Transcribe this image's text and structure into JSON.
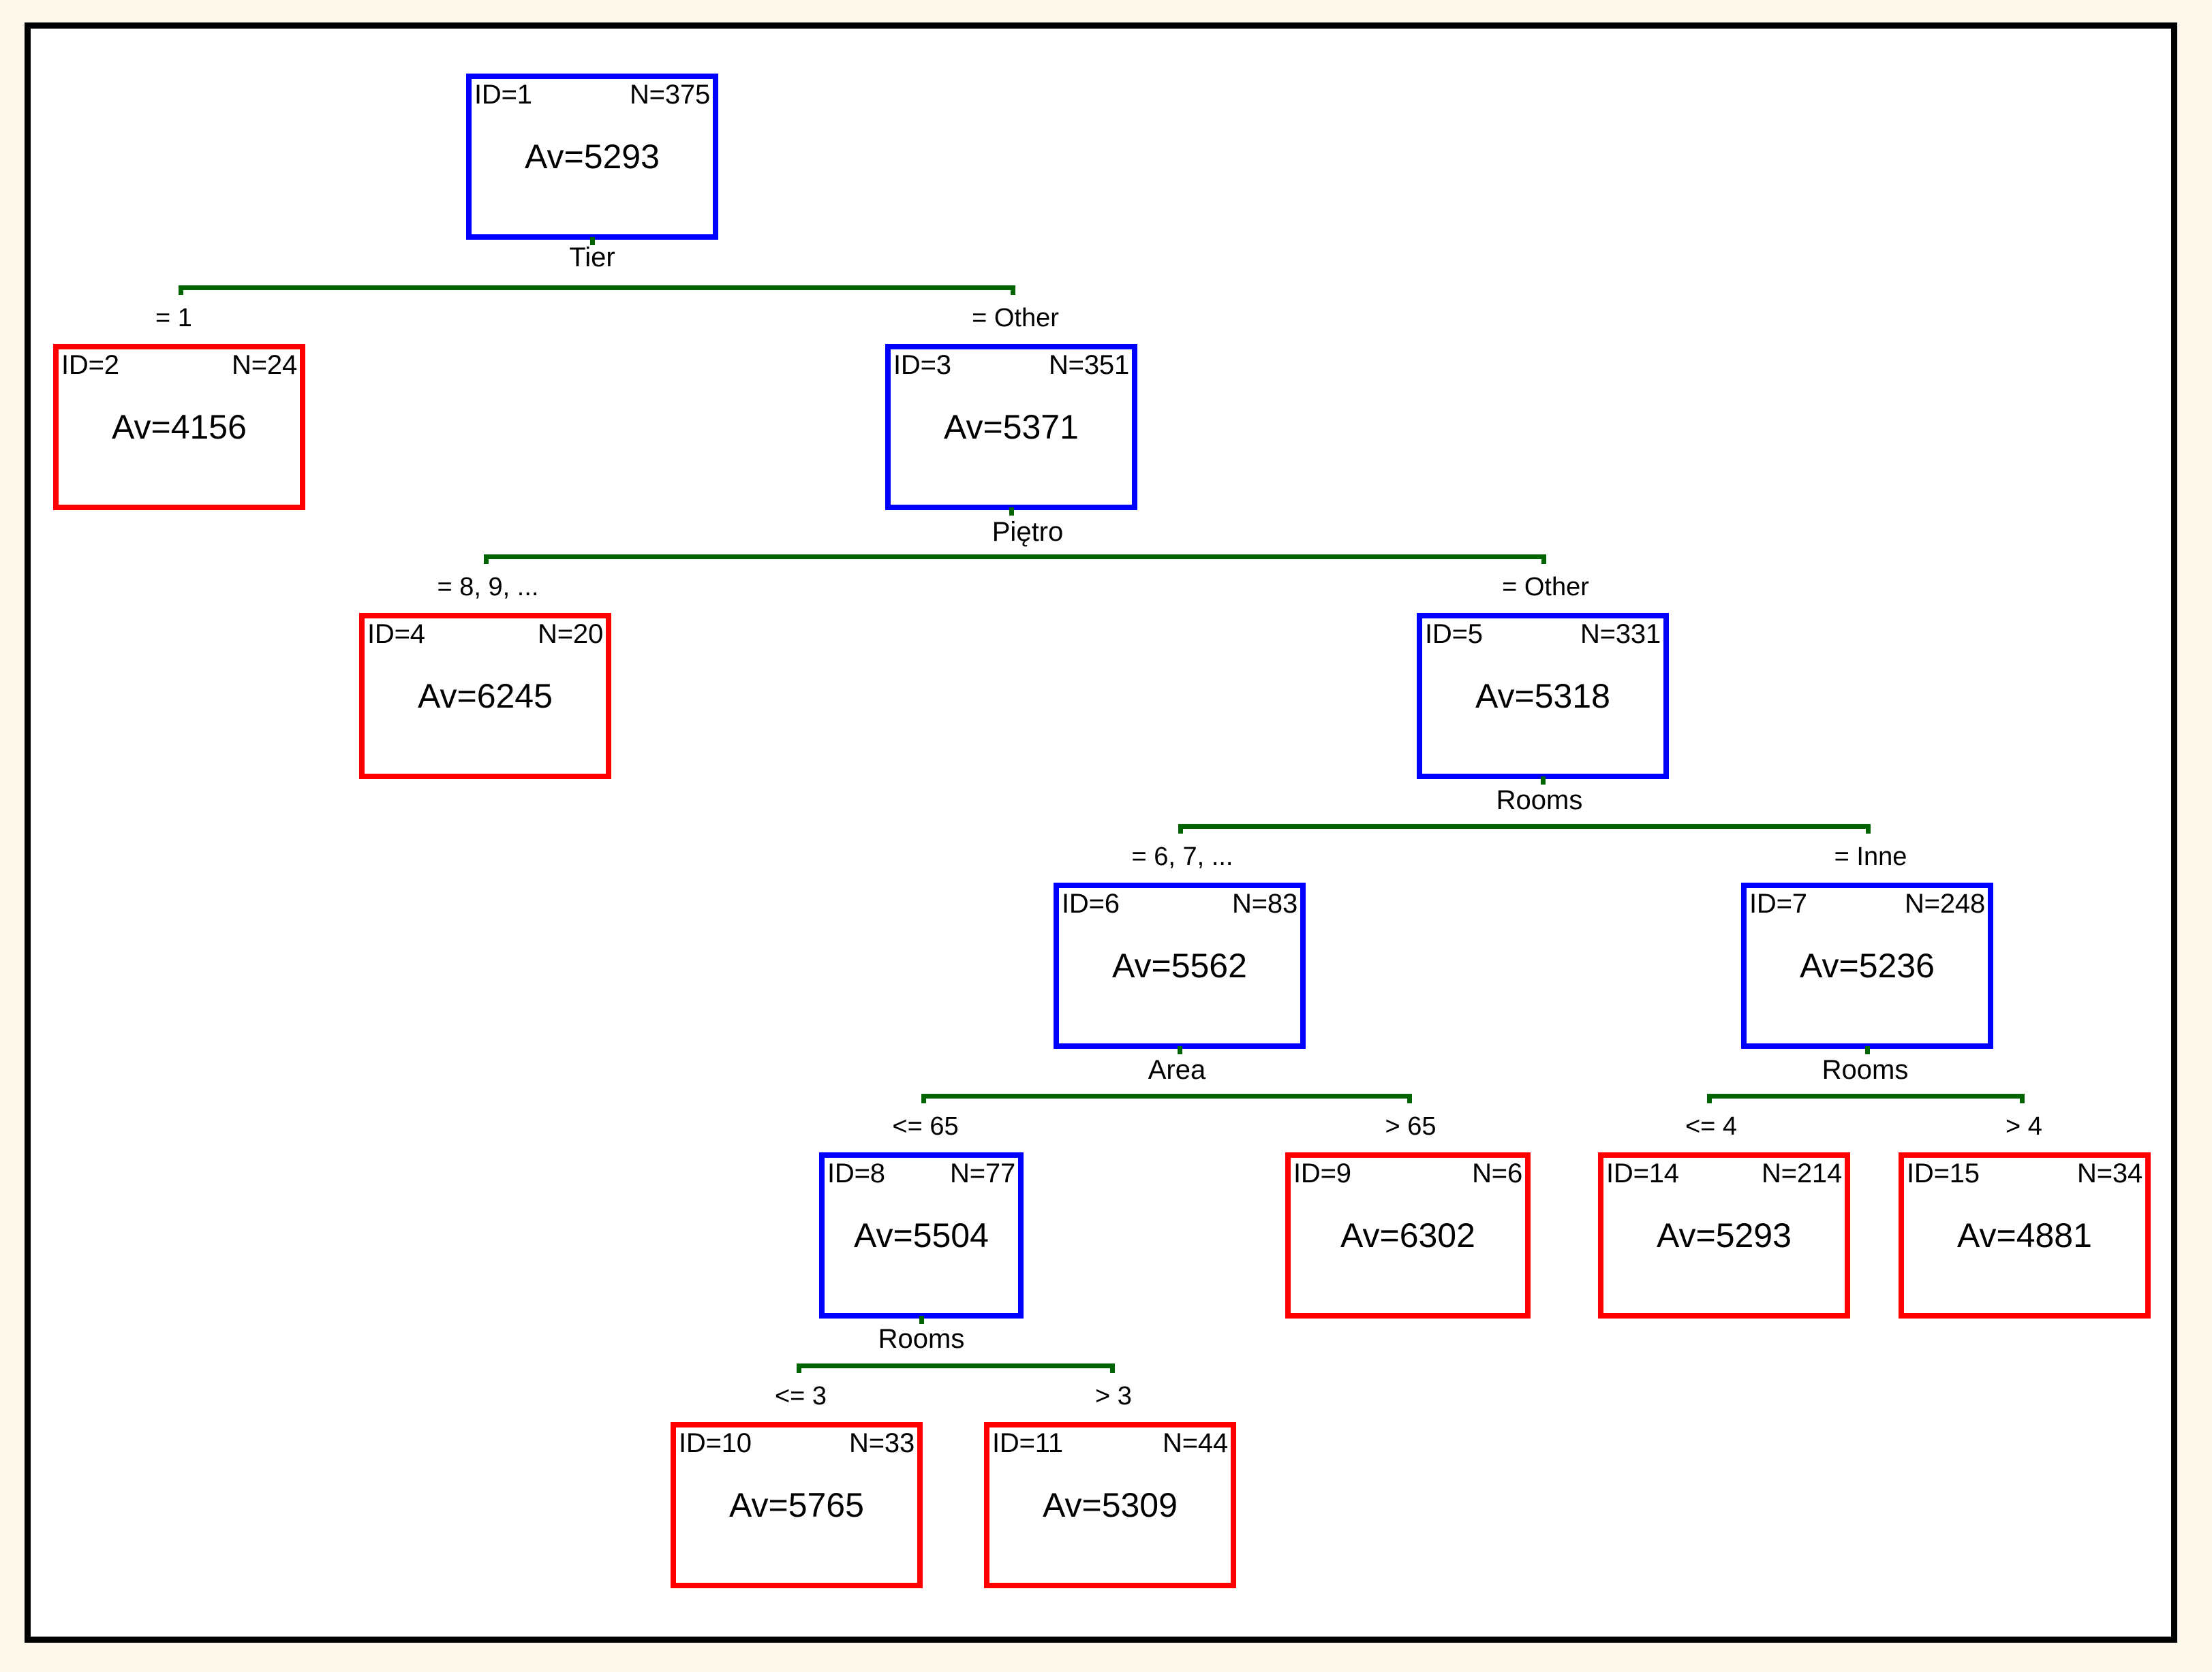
{
  "figure": {
    "type": "decision-tree",
    "background_color": "#FDF8EC",
    "panel_color": "#FFFFFF",
    "frame_color": "#000000",
    "connector_color": "#006400",
    "internal_node_color": "#0000FF",
    "leaf_node_color": "#FF0000"
  },
  "chart_data": {
    "type": "tree",
    "title": "",
    "target_label": "Av",
    "count_label": "N",
    "id_label": "ID",
    "nodes": [
      {
        "id": 1,
        "id_text": "ID=1",
        "n_text": "N=375",
        "av_text": "Av=5293",
        "n": 375,
        "av": 5293,
        "kind": "internal",
        "color": "#0000FF",
        "split_var": "Tier"
      },
      {
        "id": 2,
        "id_text": "ID=2",
        "n_text": "N=24",
        "av_text": "Av=4156",
        "n": 24,
        "av": 4156,
        "kind": "leaf",
        "color": "#FF0000",
        "split_var": ""
      },
      {
        "id": 3,
        "id_text": "ID=3",
        "n_text": "N=351",
        "av_text": "Av=5371",
        "n": 351,
        "av": 5371,
        "kind": "internal",
        "color": "#0000FF",
        "split_var": "Piętro"
      },
      {
        "id": 4,
        "id_text": "ID=4",
        "n_text": "N=20",
        "av_text": "Av=6245",
        "n": 20,
        "av": 6245,
        "kind": "leaf",
        "color": "#FF0000",
        "split_var": ""
      },
      {
        "id": 5,
        "id_text": "ID=5",
        "n_text": "N=331",
        "av_text": "Av=5318",
        "n": 331,
        "av": 5318,
        "kind": "internal",
        "color": "#0000FF",
        "split_var": "Rooms"
      },
      {
        "id": 6,
        "id_text": "ID=6",
        "n_text": "N=83",
        "av_text": "Av=5562",
        "n": 83,
        "av": 5562,
        "kind": "internal",
        "color": "#0000FF",
        "split_var": "Area"
      },
      {
        "id": 7,
        "id_text": "ID=7",
        "n_text": "N=248",
        "av_text": "Av=5236",
        "n": 248,
        "av": 5236,
        "kind": "internal",
        "color": "#0000FF",
        "split_var": "Rooms"
      },
      {
        "id": 8,
        "id_text": "ID=8",
        "n_text": "N=77",
        "av_text": "Av=5504",
        "n": 77,
        "av": 5504,
        "kind": "internal",
        "color": "#0000FF",
        "split_var": "Rooms"
      },
      {
        "id": 9,
        "id_text": "ID=9",
        "n_text": "N=6",
        "av_text": "Av=6302",
        "n": 6,
        "av": 6302,
        "kind": "leaf",
        "color": "#FF0000",
        "split_var": ""
      },
      {
        "id": 10,
        "id_text": "ID=10",
        "n_text": "N=33",
        "av_text": "Av=5765",
        "n": 33,
        "av": 5765,
        "kind": "leaf",
        "color": "#FF0000",
        "split_var": ""
      },
      {
        "id": 11,
        "id_text": "ID=11",
        "n_text": "N=44",
        "av_text": "Av=5309",
        "n": 44,
        "av": 5309,
        "kind": "leaf",
        "color": "#FF0000",
        "split_var": ""
      },
      {
        "id": 14,
        "id_text": "ID=14",
        "n_text": "N=214",
        "av_text": "Av=5293",
        "n": 214,
        "av": 5293,
        "kind": "leaf",
        "color": "#FF0000",
        "split_var": ""
      },
      {
        "id": 15,
        "id_text": "ID=15",
        "n_text": "N=34",
        "av_text": "Av=4881",
        "n": 34,
        "av": 4881,
        "kind": "leaf",
        "color": "#FF0000",
        "split_var": ""
      }
    ],
    "splits": [
      {
        "parent": 1,
        "variable": "Tier",
        "left_child": 2,
        "left_condition": "= 1",
        "right_child": 3,
        "right_condition": "= Other"
      },
      {
        "parent": 3,
        "variable": "Piętro",
        "left_child": 4,
        "left_condition": "= 8, 9, ...",
        "right_child": 5,
        "right_condition": "= Other"
      },
      {
        "parent": 5,
        "variable": "Rooms",
        "left_child": 6,
        "left_condition": "= 6, 7, ...",
        "right_child": 7,
        "right_condition": "= Inne"
      },
      {
        "parent": 6,
        "variable": "Area",
        "left_child": 8,
        "left_condition": "<= 65",
        "right_child": 9,
        "right_condition": "> 65"
      },
      {
        "parent": 7,
        "variable": "Rooms",
        "left_child": 14,
        "left_condition": "<= 4",
        "right_child": 15,
        "right_condition": "> 4"
      },
      {
        "parent": 8,
        "variable": "Rooms",
        "left_child": 10,
        "left_condition": "<= 3",
        "right_child": 11,
        "right_condition": "> 3"
      }
    ]
  },
  "nodes": {
    "n1": {
      "id": "ID=1",
      "n": "N=375",
      "av": "Av=5293"
    },
    "n2": {
      "id": "ID=2",
      "n": "N=24",
      "av": "Av=4156"
    },
    "n3": {
      "id": "ID=3",
      "n": "N=351",
      "av": "Av=5371"
    },
    "n4": {
      "id": "ID=4",
      "n": "N=20",
      "av": "Av=6245"
    },
    "n5": {
      "id": "ID=5",
      "n": "N=331",
      "av": "Av=5318"
    },
    "n6": {
      "id": "ID=6",
      "n": "N=83",
      "av": "Av=5562"
    },
    "n7": {
      "id": "ID=7",
      "n": "N=248",
      "av": "Av=5236"
    },
    "n8": {
      "id": "ID=8",
      "n": "N=77",
      "av": "Av=5504"
    },
    "n9": {
      "id": "ID=9",
      "n": "N=6",
      "av": "Av=6302"
    },
    "n10": {
      "id": "ID=10",
      "n": "N=33",
      "av": "Av=5765"
    },
    "n11": {
      "id": "ID=11",
      "n": "N=44",
      "av": "Av=5309"
    },
    "n14": {
      "id": "ID=14",
      "n": "N=214",
      "av": "Av=5293"
    },
    "n15": {
      "id": "ID=15",
      "n": "N=34",
      "av": "Av=4881"
    }
  },
  "splits": {
    "s1": {
      "variable": "Tier",
      "left": "= 1",
      "right": "= Other"
    },
    "s3": {
      "variable": "Piętro",
      "left": "= 8, 9, ...",
      "right": "= Other"
    },
    "s5": {
      "variable": "Rooms",
      "left": "= 6, 7, ...",
      "right": "= Inne"
    },
    "s6": {
      "variable": "Area",
      "left": "<= 65",
      "right": "> 65"
    },
    "s7": {
      "variable": "Rooms",
      "left": "<= 4",
      "right": "> 4"
    },
    "s8": {
      "variable": "Rooms",
      "left": "<= 3",
      "right": "> 3"
    }
  }
}
